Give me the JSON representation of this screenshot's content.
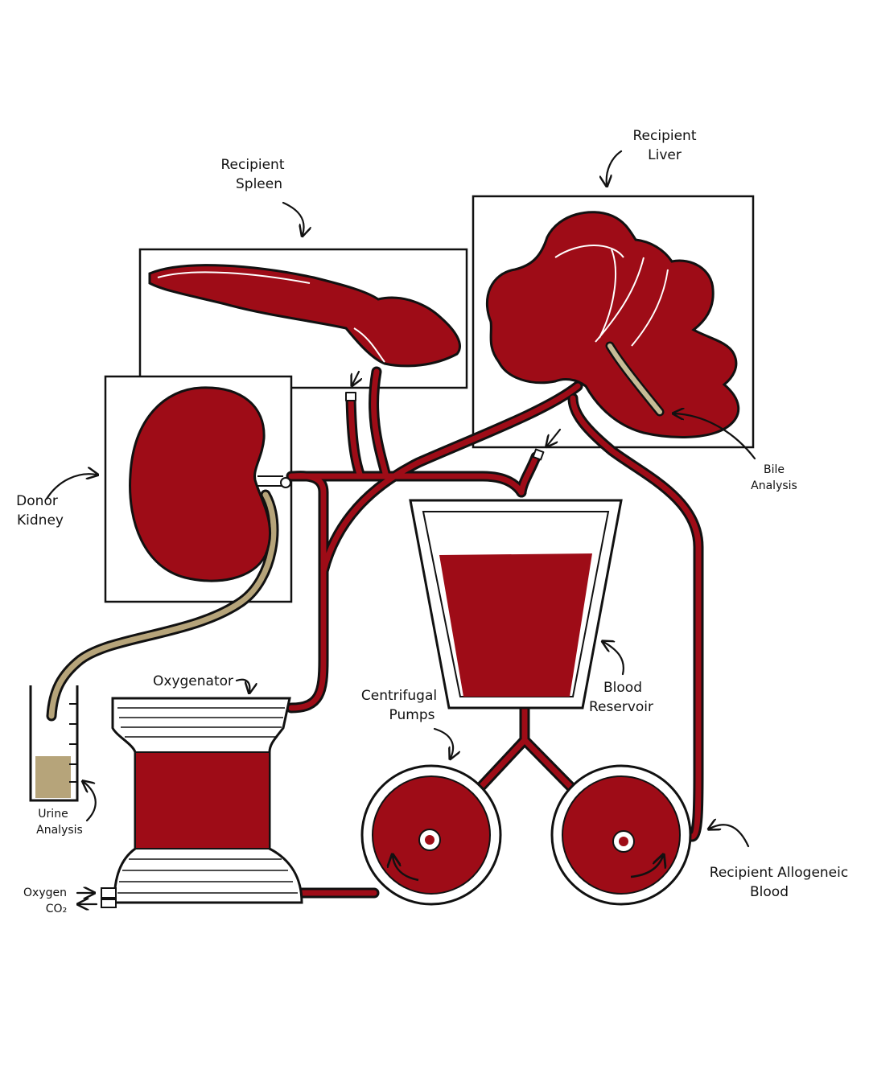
{
  "colors": {
    "blood": "#9e0c17",
    "blood_dark": "#7a0a12",
    "urine": "#b6a47a",
    "bile": "#c7bc97",
    "outline": "#111111",
    "background": "#ffffff"
  },
  "labels": {
    "spleen": [
      "Recipient",
      "Spleen"
    ],
    "liver": [
      "Recipient",
      "Liver"
    ],
    "kidney": [
      "Donor",
      "Kidney"
    ],
    "bile": [
      "Bile",
      "Analysis"
    ],
    "oxygenator": "Oxygenator",
    "reservoir": [
      "Blood",
      "Reservoir"
    ],
    "pumps": [
      "Centrifugal",
      "Pumps"
    ],
    "urine": [
      "Urine",
      "Analysis"
    ],
    "allogeneic": [
      "Recipient Allogeneic",
      "Blood"
    ],
    "oxygen": "Oxygen",
    "co2": "CO₂"
  },
  "icons": {
    "pump_rotation": "curved-arrow-icon",
    "label_pointer": "curved-arrow-icon"
  }
}
